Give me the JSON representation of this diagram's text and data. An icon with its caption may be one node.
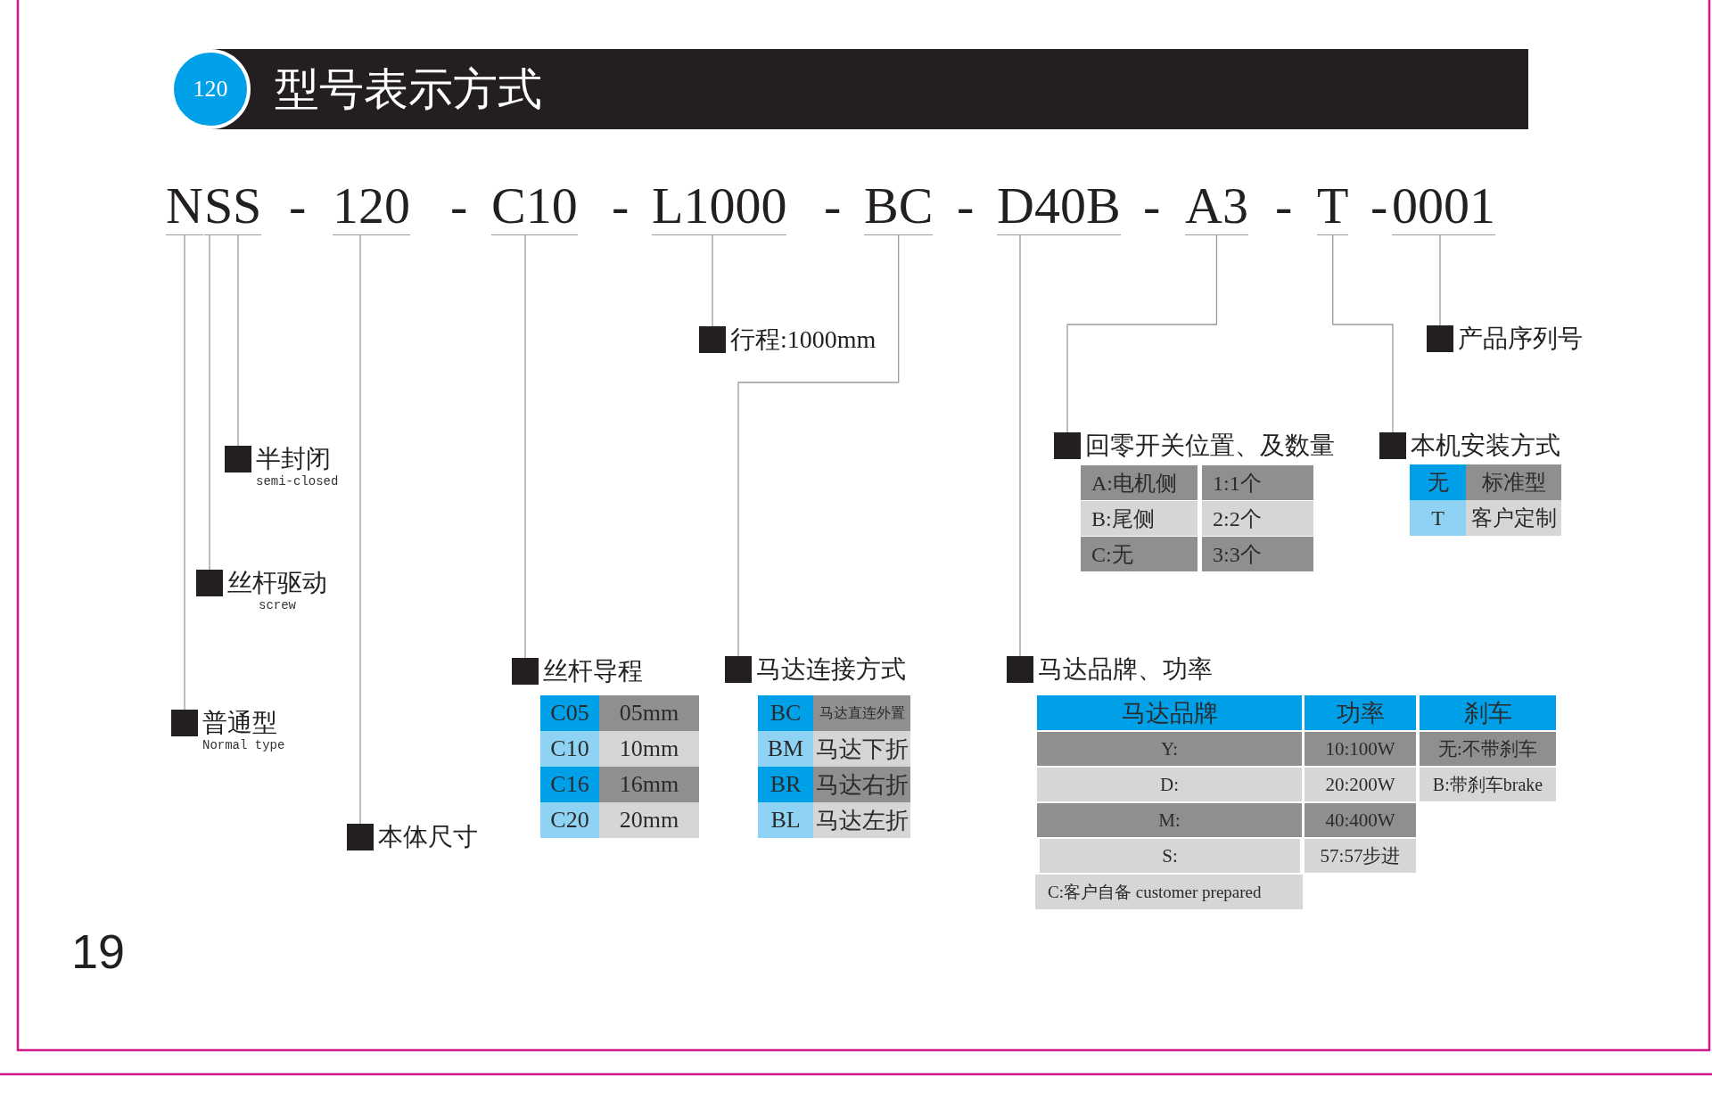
{
  "diagram": {
    "title": "型号表示方式",
    "nodes": [
      {
        "text": [
          "120"
        ]
      },
      {
        "text": [
          "N"
        ]
      },
      {
        "text": [
          "S"
        ]
      },
      {
        "text": [
          "S"
        ]
      },
      {
        "text": [
          "120"
        ]
      },
      {
        "text": [
          "C10"
        ]
      },
      {
        "text": [
          "L1000"
        ]
      },
      {
        "text": [
          "BC"
        ]
      },
      {
        "text": [
          "D40B"
        ]
      },
      {
        "text": [
          "A3"
        ]
      },
      {
        "text": [
          "T"
        ]
      },
      {
        "text": [
          "0001"
        ]
      },
      {
        "text": [
          "行程:1000mm"
        ]
      },
      {
        "text": [
          "产品序列号"
        ]
      },
      {
        "text": [
          "回零开关位置、及数量"
        ]
      },
      {
        "text": [
          "本机安装方式"
        ]
      },
      {
        "text": [
          "半封闭",
          "semi-closed"
        ]
      },
      {
        "text": [
          "丝杆驱动",
          "screw"
        ]
      },
      {
        "text": [
          "丝杆导程"
        ]
      },
      {
        "text": [
          "马达连接方式"
        ]
      },
      {
        "text": [
          "马达品牌、功率"
        ]
      },
      {
        "text": [
          "普通型",
          "Normal type"
        ]
      },
      {
        "text": [
          "本体尺寸"
        ]
      }
    ],
    "edges": [
      {
        "from": 1,
        "to": 21,
        "arrow": "none"
      },
      {
        "from": 2,
        "to": 17,
        "arrow": "none"
      },
      {
        "from": 3,
        "to": 16,
        "arrow": "none"
      },
      {
        "from": 4,
        "to": 22,
        "arrow": "none"
      },
      {
        "from": 5,
        "to": 18,
        "arrow": "none"
      },
      {
        "from": 6,
        "to": 12,
        "arrow": "none"
      },
      {
        "from": 7,
        "to": 19,
        "arrow": "none"
      },
      {
        "from": 8,
        "to": 20,
        "arrow": "none"
      },
      {
        "from": 9,
        "to": 14,
        "arrow": "none"
      },
      {
        "from": 10,
        "to": 15,
        "arrow": "none"
      },
      {
        "from": 11,
        "to": 13,
        "arrow": "none"
      }
    ],
    "labels": [
      "-",
      "-",
      "-",
      "-",
      "-",
      "-",
      "-",
      "-",
      "A:电机侧",
      "1:1个",
      "B:尾侧",
      "2:2个",
      "C:无",
      "3:3个",
      "无",
      "标准型",
      "T",
      "客户定制",
      "C05",
      "05mm",
      "C10",
      "10mm",
      "C16",
      "16mm",
      "C20",
      "20mm",
      "BC",
      "马达直连外置",
      "BM",
      "马达下折",
      "BR",
      "马达右折",
      "BL",
      "马达左折",
      "马达品牌",
      "功率",
      "刹车",
      "Y:",
      "10:100W",
      "无:不带刹车",
      "D:",
      "20:200W",
      "B:带刹车brake",
      "M:",
      "40:400W",
      "S:",
      "57:57步进",
      "C:客户自备 customer prepared",
      "19"
    ]
  }
}
